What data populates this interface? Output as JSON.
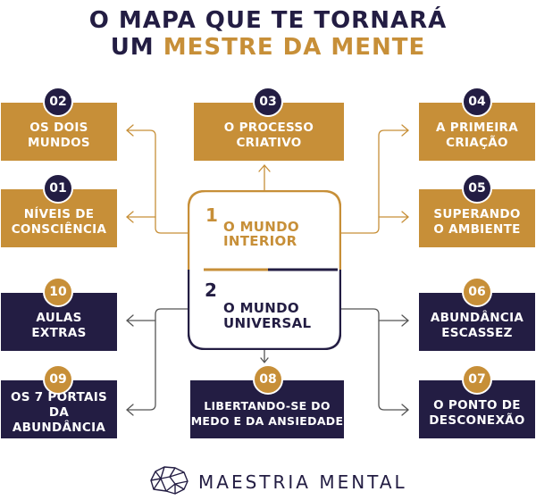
{
  "title": {
    "line1": "O MAPA QUE TE TORNARÁ",
    "line2_prefix": "UM ",
    "line2_highlight": "MESTRE DA MENTE"
  },
  "center": {
    "top_number": "1",
    "top_line1": "O MUNDO",
    "top_line2": "INTERIOR",
    "bottom_number": "2",
    "bottom_line1": "O MUNDO",
    "bottom_line2": "UNIVERSAL"
  },
  "modules": [
    {
      "number": "01",
      "line1": "NÍVEIS DE",
      "line2": "CONSCIÊNCIA"
    },
    {
      "number": "02",
      "line1": "OS DOIS",
      "line2": "MUNDOS"
    },
    {
      "number": "03",
      "line1": "O PROCESSO",
      "line2": "CRIATIVO"
    },
    {
      "number": "04",
      "line1": "A PRIMEIRA",
      "line2": "CRIAÇÃO"
    },
    {
      "number": "05",
      "line1": "SUPERANDO",
      "line2": "O AMBIENTE"
    },
    {
      "number": "06",
      "line1": "ABUNDÂNCIA",
      "line2": "ESCASSEZ"
    },
    {
      "number": "07",
      "line1": "O PONTO DE",
      "line2": "DESCONEXÃO"
    },
    {
      "number": "08",
      "line1": "LIBERTANDO-SE DO",
      "line2": "MEDO E DA ANSIEDADE"
    },
    {
      "number": "09",
      "line1": "OS 7 PORTAIS",
      "line2": "DA ABUNDÂNCIA"
    },
    {
      "number": "10",
      "line1": "AULAS",
      "line2": "EXTRAS"
    }
  ],
  "brand": {
    "name": "MAESTRIA MENTAL",
    "icon": "brain-icon"
  },
  "colors": {
    "gold": "#c78f38",
    "navy": "#231d43",
    "connector": "#555555"
  }
}
